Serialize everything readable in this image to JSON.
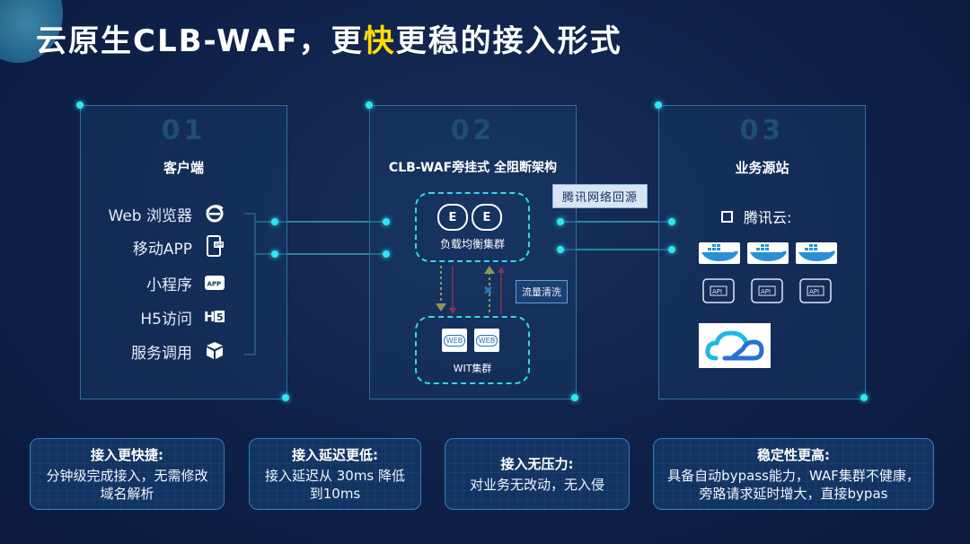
{
  "title": {
    "part1": "云原生CLB-WAF，更",
    "highlight": "快",
    "part2": "更稳的接入形式"
  },
  "colors": {
    "accent": "#2ee6f0",
    "highlight": "#ffdd00",
    "panel_border": "#2e6fa0",
    "dash": "#35d7e8"
  },
  "panels": [
    {
      "num": "01",
      "title": "客户端"
    },
    {
      "num": "02",
      "title": "CLB-WAF旁挂式 全阻断架构"
    },
    {
      "num": "03",
      "title": "业务源站"
    }
  ],
  "clients": [
    {
      "label": "Web 浏览器",
      "icon": "ie-browser-icon"
    },
    {
      "label": "移动APP",
      "icon": "mobile-app-icon"
    },
    {
      "label": "小程序",
      "icon": "app-icon"
    },
    {
      "label": "H5访问",
      "icon": "h5-icon"
    },
    {
      "label": "服务调用",
      "icon": "cube-icon"
    }
  ],
  "middle": {
    "lb_label": "负载均衡集群",
    "lb_icon_text": "E",
    "wit_label": "WIT集群",
    "web_icon_text": "WEB",
    "tag_network": "腾讯网络回源",
    "tag_clean": "流量清洗"
  },
  "origin": {
    "tencent_cloud_label": "腾讯云:",
    "api_text": "API"
  },
  "features": [
    {
      "title": "接入更快捷:",
      "lines": [
        "分钟级完成接入，无需修改",
        "域名解析"
      ]
    },
    {
      "title": "接入延迟更低:",
      "lines": [
        "接入延迟从 30ms 降低",
        "到10ms"
      ]
    },
    {
      "title": "接入无压力:",
      "lines": [
        "对业务无改动，无入侵"
      ]
    },
    {
      "title": "稳定性更高:",
      "lines": [
        "具备自动bypass能力，WAF集群不健康，",
        "旁路请求延时增大，直接bypas"
      ]
    }
  ]
}
